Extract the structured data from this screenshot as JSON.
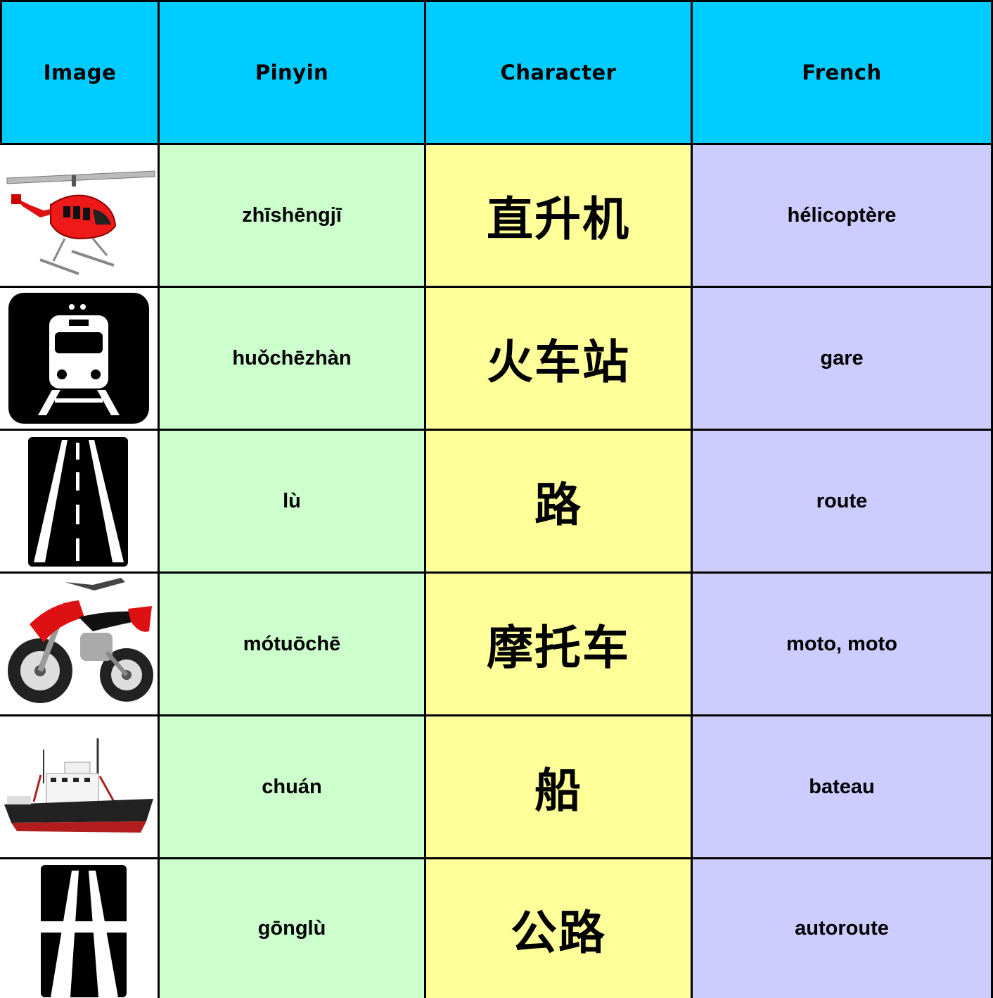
{
  "header": {
    "image": "Image",
    "pinyin": "Pinyin",
    "character": "Character",
    "french": "French"
  },
  "rows": [
    {
      "icon": "helicopter-icon",
      "pinyin": "zhīshēngjī",
      "character": "直升机",
      "french": "hélicoptère"
    },
    {
      "icon": "train-station-icon",
      "pinyin": "huǒchēzhàn",
      "character": "火车站",
      "french": "gare"
    },
    {
      "icon": "road-icon",
      "pinyin": "lù",
      "character": "路",
      "french": "route"
    },
    {
      "icon": "motorcycle-icon",
      "pinyin": "mótuōchē",
      "character": "摩托车",
      "french": "moto, moto"
    },
    {
      "icon": "ship-icon",
      "pinyin": "chuán",
      "character": "船",
      "french": "bateau"
    },
    {
      "icon": "highway-icon",
      "pinyin": "gōnglù",
      "character": "公路",
      "french": "autoroute"
    }
  ],
  "colors": {
    "header_bg": "#00ccff",
    "pinyin_bg": "#ccffcc",
    "character_bg": "#ffff99",
    "french_bg": "#ccccff"
  }
}
